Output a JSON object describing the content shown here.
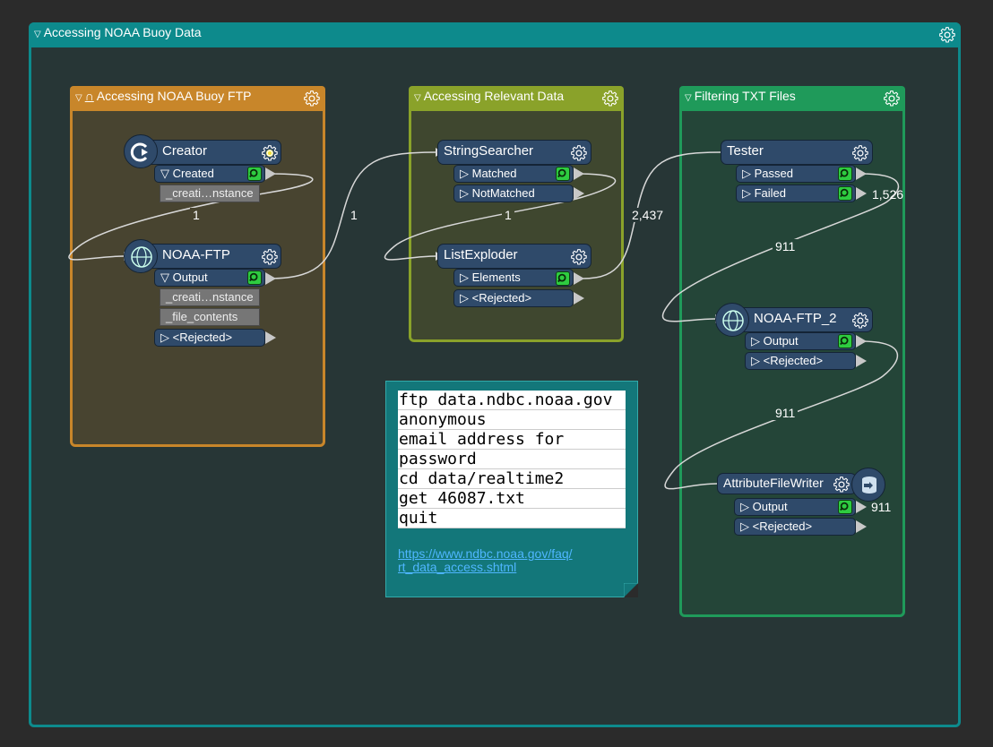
{
  "workspace": {
    "title": "Accessing NOAA Buoy Data",
    "groups": {
      "ftp": {
        "title": "Accessing NOAA Buoy FTP"
      },
      "relevant": {
        "title": "Accessing Relevant Data"
      },
      "filtering": {
        "title": "Filtering TXT Files"
      }
    }
  },
  "transformers": {
    "creator": {
      "name": "Creator",
      "ports": [
        "Created"
      ],
      "attrs": [
        "_creati…nstance"
      ]
    },
    "noaa_ftp": {
      "name": "NOAA-FTP",
      "ports": [
        "Output",
        "<Rejected>"
      ],
      "attrs": [
        "_creati…nstance",
        "_file_contents"
      ]
    },
    "stringsearcher": {
      "name": "StringSearcher",
      "ports": [
        "Matched",
        "NotMatched"
      ]
    },
    "listexploder": {
      "name": "ListExploder",
      "ports": [
        "Elements",
        "<Rejected>"
      ]
    },
    "tester": {
      "name": "Tester",
      "ports": [
        "Passed",
        "Failed"
      ]
    },
    "noaa_ftp_2": {
      "name": "NOAA-FTP_2",
      "ports": [
        "Output",
        "<Rejected>"
      ]
    },
    "writer": {
      "name": "AttributeFileWriter",
      "ports": [
        "Output",
        "<Rejected>"
      ]
    }
  },
  "counts": {
    "creator_to_ftp": "1",
    "ftp_to_searcher": "1",
    "searcher_to_exploder": "1",
    "exploder_to_tester": "2,437",
    "tester_failed": "1,526",
    "tester_to_ftp2": "911",
    "ftp2_to_writer": "911",
    "writer_output": "911"
  },
  "note": {
    "lines": [
      "ftp data.ndbc.noaa.gov",
      "anonymous",
      "email address for",
      "password",
      "cd data/realtime2",
      "get 46087.txt",
      "quit"
    ],
    "link_line1": "https://www.ndbc.noaa.gov/faq/",
    "link_line2": "rt_data_access.shtml"
  },
  "colors": {
    "outer": "#0d8a8c",
    "ftp_group": "#c8862a",
    "relevant_group": "#8aa22a",
    "filtering_group": "#1f9a5a",
    "transformer": "#2f4a6a",
    "inspect": "#2ecc40"
  },
  "icons": {
    "gear": "gear-icon",
    "creator": "creator-icon",
    "ftp": "network-globe-icon",
    "writer": "database-writer-icon",
    "inspect": "magnifier-icon"
  }
}
